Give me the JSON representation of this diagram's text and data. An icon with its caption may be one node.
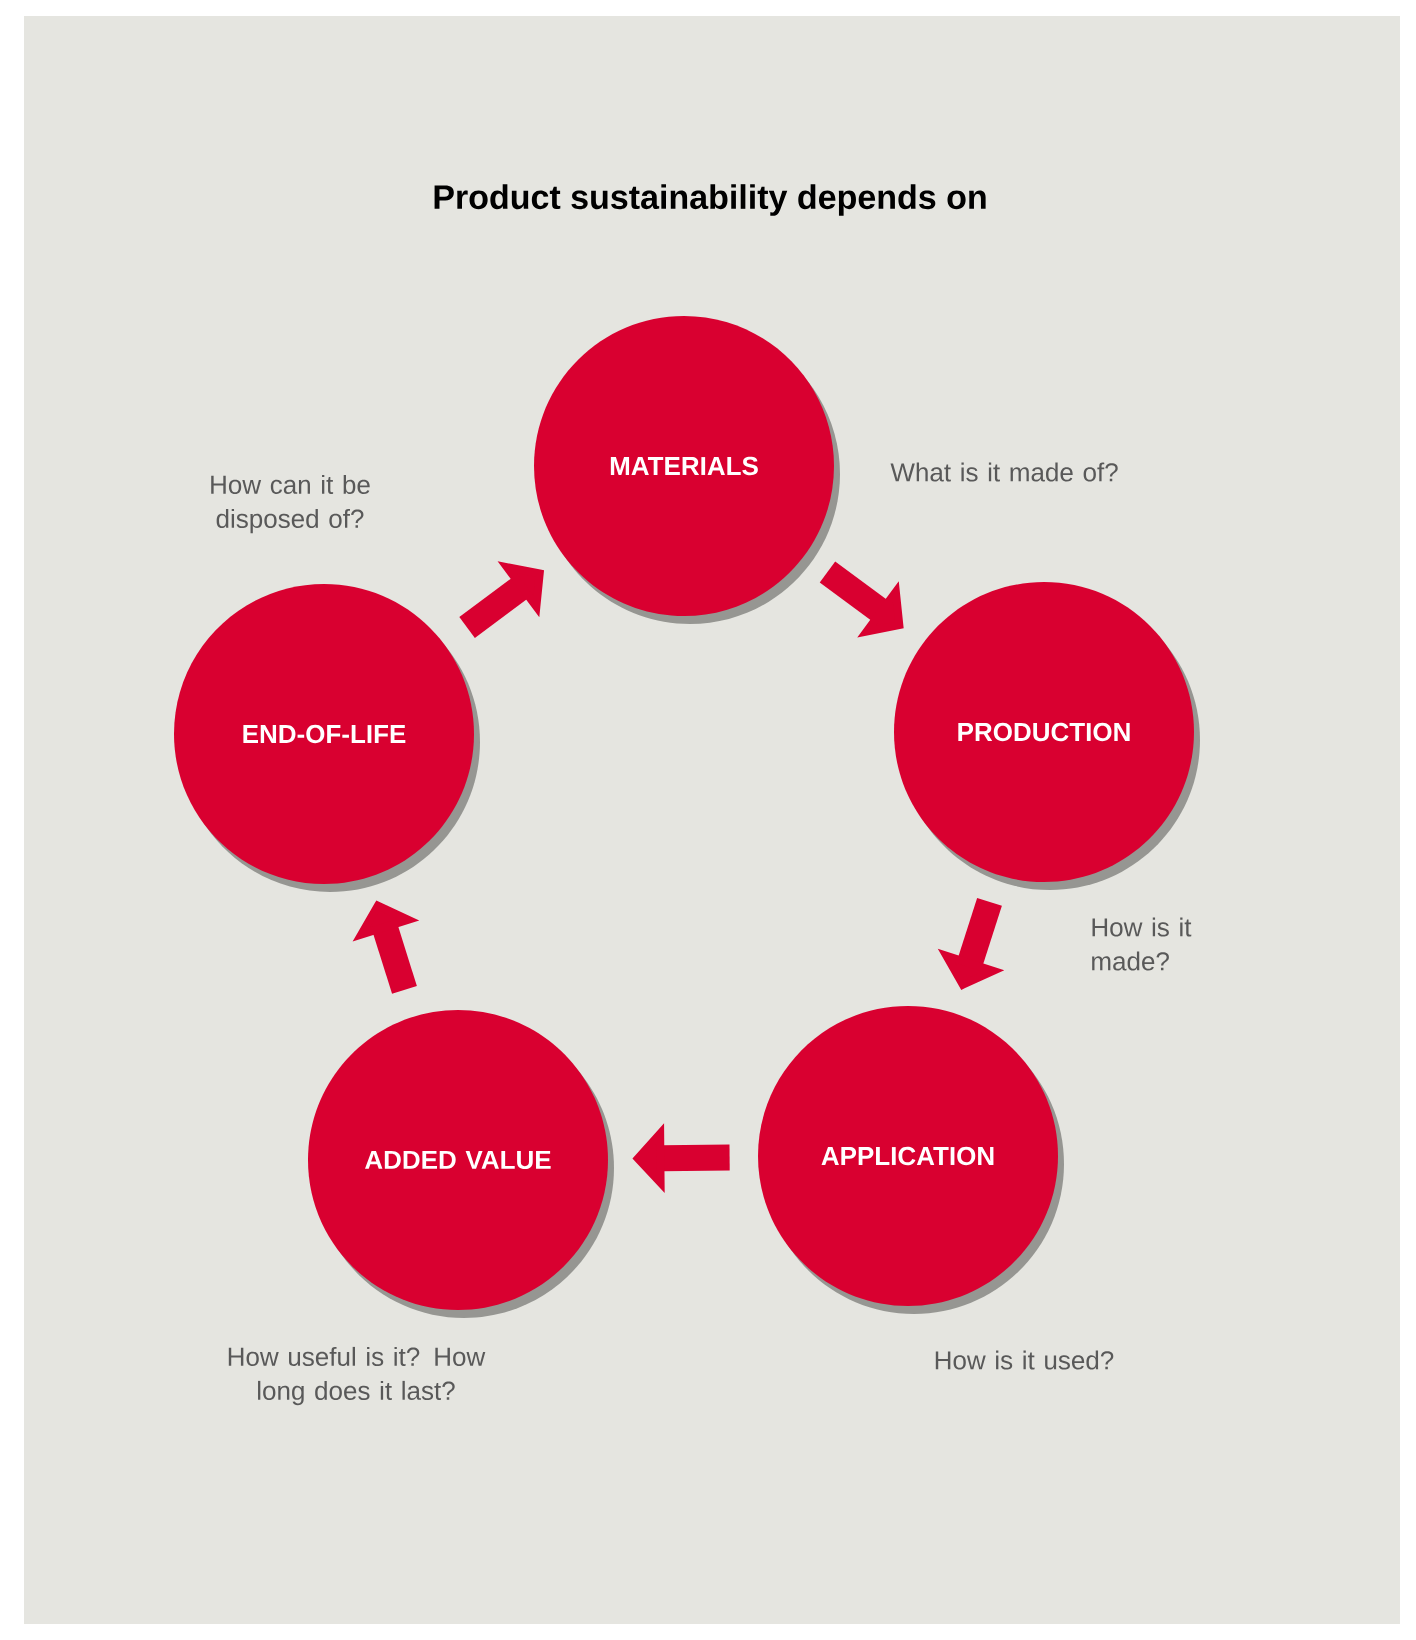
{
  "diagram": {
    "title": "Product sustainability depends on",
    "nodes": [
      {
        "text": [
          "MATERIALS"
        ],
        "beside": [
          "What is it made of?"
        ]
      },
      {
        "text": [
          "PRODUCTION"
        ],
        "beside": [
          "How is it made?"
        ]
      },
      {
        "text": [
          "APPLICATION"
        ],
        "beside": [
          "How is it used?"
        ]
      },
      {
        "text": [
          "ADDED VALUE"
        ],
        "beside": [
          "How useful is it? How long does it last?"
        ]
      },
      {
        "text": [
          "END-OF-LIFE"
        ],
        "beside": [
          "How can it be disposed of?"
        ]
      }
    ],
    "edges": [
      {
        "from": 0,
        "to": 1,
        "arrow": "to"
      },
      {
        "from": 1,
        "to": 2,
        "arrow": "to"
      },
      {
        "from": 2,
        "to": 3,
        "arrow": "to"
      },
      {
        "from": 3,
        "to": 4,
        "arrow": "to"
      },
      {
        "from": 4,
        "to": 0,
        "arrow": "to"
      }
    ]
  }
}
